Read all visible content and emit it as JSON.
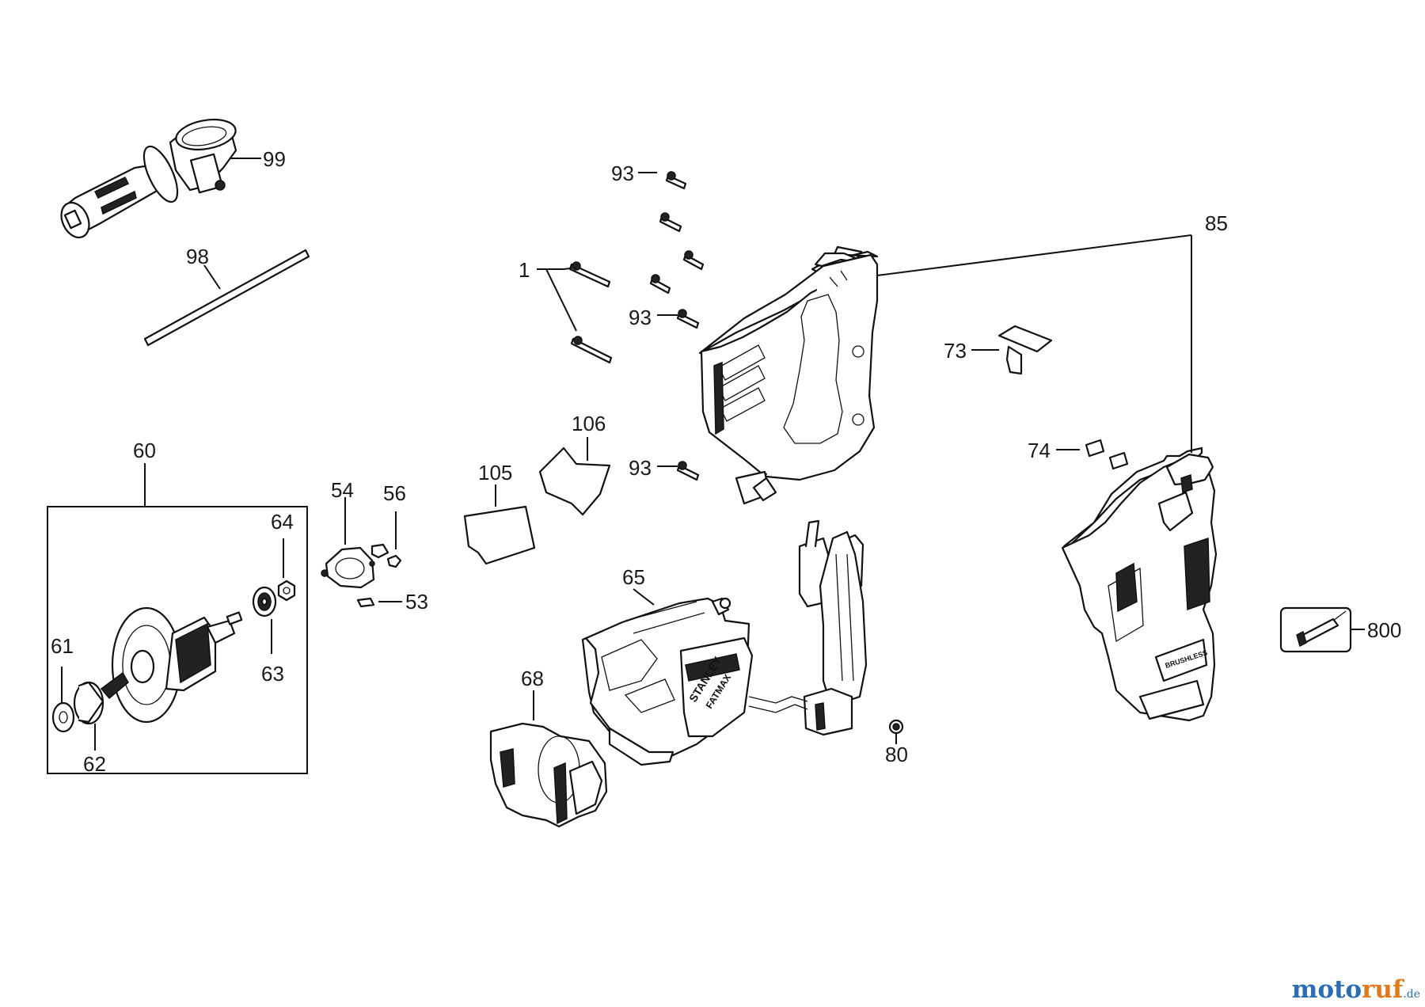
{
  "diagram": {
    "labels": {
      "l1": "1",
      "l53": "53",
      "l54": "54",
      "l56": "56",
      "l60": "60",
      "l61": "61",
      "l62": "62",
      "l63": "63",
      "l64": "64",
      "l65": "65",
      "l68": "68",
      "l73": "73",
      "l74": "74",
      "l80": "80",
      "l85": "85",
      "l93a": "93",
      "l93b": "93",
      "l93c": "93",
      "l98": "98",
      "l99": "99",
      "l105": "105",
      "l106": "106",
      "l800": "800"
    }
  },
  "watermark": {
    "brand_a": "moto",
    "brand_b": "ruf",
    "tld": ".de"
  }
}
